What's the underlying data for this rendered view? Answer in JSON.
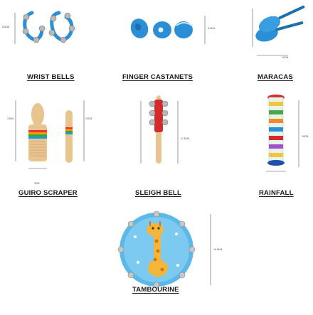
{
  "products": {
    "wrist_bells": {
      "label": "WRIST BELLS",
      "dim": "8.5CM"
    },
    "finger_castanets": {
      "label": "FINGER CASTANETS",
      "dim": "5.5CM"
    },
    "maracas": {
      "label": "MARACAS",
      "dim": "15CM"
    },
    "guiro_scraper": {
      "label": "GUIRO SCRAPER",
      "dim_left": "13CM",
      "dim_right": "13CM",
      "dim_bottom": "3CM"
    },
    "sleigh_bell": {
      "label": "SLEIGH BELL",
      "dim": "17.5CM"
    },
    "rainfall": {
      "label": "RAINFALL",
      "dim": "20CM"
    },
    "tambourine": {
      "label": "TAMBOURINE",
      "dim": "15.5CM"
    }
  },
  "colors": {
    "blue": "#2a8fd6",
    "wood": "#e8c48f",
    "bell": "#b8b8b8",
    "label": "#1a1a1a"
  }
}
